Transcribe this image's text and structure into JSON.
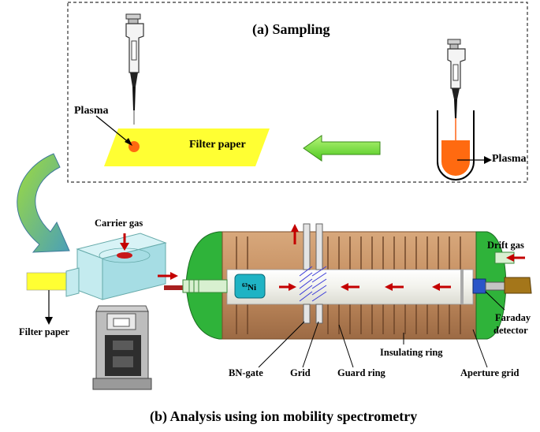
{
  "sampling": {
    "title": "(a) Sampling",
    "plasma_label_left": "Plasma",
    "filter_paper_label": "Filter paper",
    "plasma_label_right": "Plasma"
  },
  "analysis": {
    "title": "(b) Analysis using ion mobility spectrometry",
    "carrier_gas": "Carrier gas",
    "filter_paper": "Filter paper",
    "drift_gas": "Drift gas",
    "ni_source": "63Ni",
    "faraday_detector_line1": "Faraday",
    "faraday_detector_line2": "detector",
    "bn_gate": "BN-gate",
    "grid": "Grid",
    "guard_ring": "Guard ring",
    "insulating_ring": "Insulating ring",
    "aperture_grid": "Aperture grid"
  },
  "colors": {
    "copper": "#c8956a",
    "green_cap": "#2fb33a",
    "flow_arrow": "#c40000",
    "filter_yellow": "#ffff33",
    "plasma_orange": "#ff6a10",
    "arrow_green": "#66e02a",
    "block_cyan": "#b8e8ee",
    "ni_teal": "#1fb3c4",
    "detector_blue": "#2b55c8"
  }
}
